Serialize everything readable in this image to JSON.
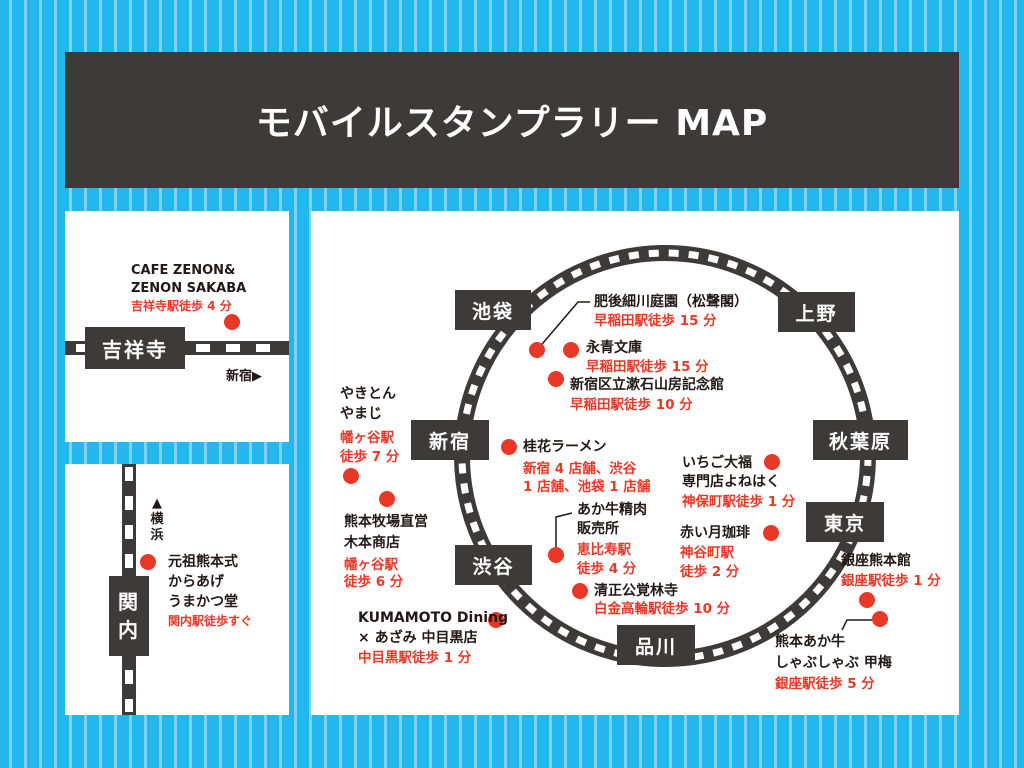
{
  "title": "モバイルスタンプラリー MAP",
  "kichijoji": {
    "station": "吉祥寺",
    "direction": "新宿▶",
    "spot": {
      "name1": "CAFE ZENON&",
      "name2": "ZENON SAKABA",
      "access": "吉祥寺駅徒歩 4 分"
    }
  },
  "kannai": {
    "station1": "関",
    "station2": "内",
    "direction_arrow": "▲",
    "direction1": "横",
    "direction2": "浜",
    "spot": {
      "name1": "元祖熊本式",
      "name2": "からあげ",
      "name3": "うまかつ堂",
      "access": "関内駅徒歩すぐ"
    }
  },
  "stations": {
    "ikebukuro": "池袋",
    "ueno": "上野",
    "akihabara": "秋葉原",
    "tokyo": "東京",
    "shinagawa": "品川",
    "shibuya": "渋谷",
    "shinjuku": "新宿"
  },
  "spots": {
    "higo": {
      "name": "肥後細川庭園（松聲閣）",
      "access": "早稲田駅徒歩 15 分"
    },
    "eisei": {
      "name": "永青文庫",
      "access": "早稲田駅徒歩 15 分"
    },
    "soseki": {
      "name": "新宿区立漱石山房記念館",
      "access": "早稲田駅徒歩 10 分"
    },
    "keika": {
      "name": "桂花ラーメン",
      "access1": "新宿 4 店舗、渋谷",
      "access2": "1 店舗、池袋 1 店舗"
    },
    "akaushi_seiniku": {
      "name1": "あか牛精肉",
      "name2": "販売所",
      "access1": "恵比寿駅",
      "access2": "徒歩 4 分"
    },
    "kiyomasa": {
      "name": "清正公覚林寺",
      "access": "白金高輪駅徒歩 10 分"
    },
    "ichigo": {
      "name1": "いちご大福",
      "name2": "専門店よねはく",
      "access": "神保町駅徒歩 1 分"
    },
    "akaitsuki": {
      "name": "赤い月珈琲",
      "access1": "神谷町駅",
      "access2": "徒歩 2 分"
    },
    "ginza_kumamotokan": {
      "name": "銀座熊本館",
      "access": "銀座駅徒歩 1 分"
    },
    "koubai": {
      "name1": "熊本あか牛",
      "name2": "しゃぶしゃぶ 甲梅",
      "access": "銀座駅徒歩 5 分"
    },
    "kumamoto_dining": {
      "name1": "KUMAMOTO Dining",
      "name2": "× あざみ 中目黒店",
      "access": "中目黒駅徒歩 1 分"
    },
    "yamaji": {
      "name1": "やきとん",
      "name2": "やまじ",
      "access1": "幡ヶ谷駅",
      "access2": "徒歩 7 分"
    },
    "kimoto": {
      "name1": "熊本牧場直営",
      "name2": "木本商店",
      "access1": "幡ヶ谷駅",
      "access2": "徒歩 6 分"
    }
  }
}
